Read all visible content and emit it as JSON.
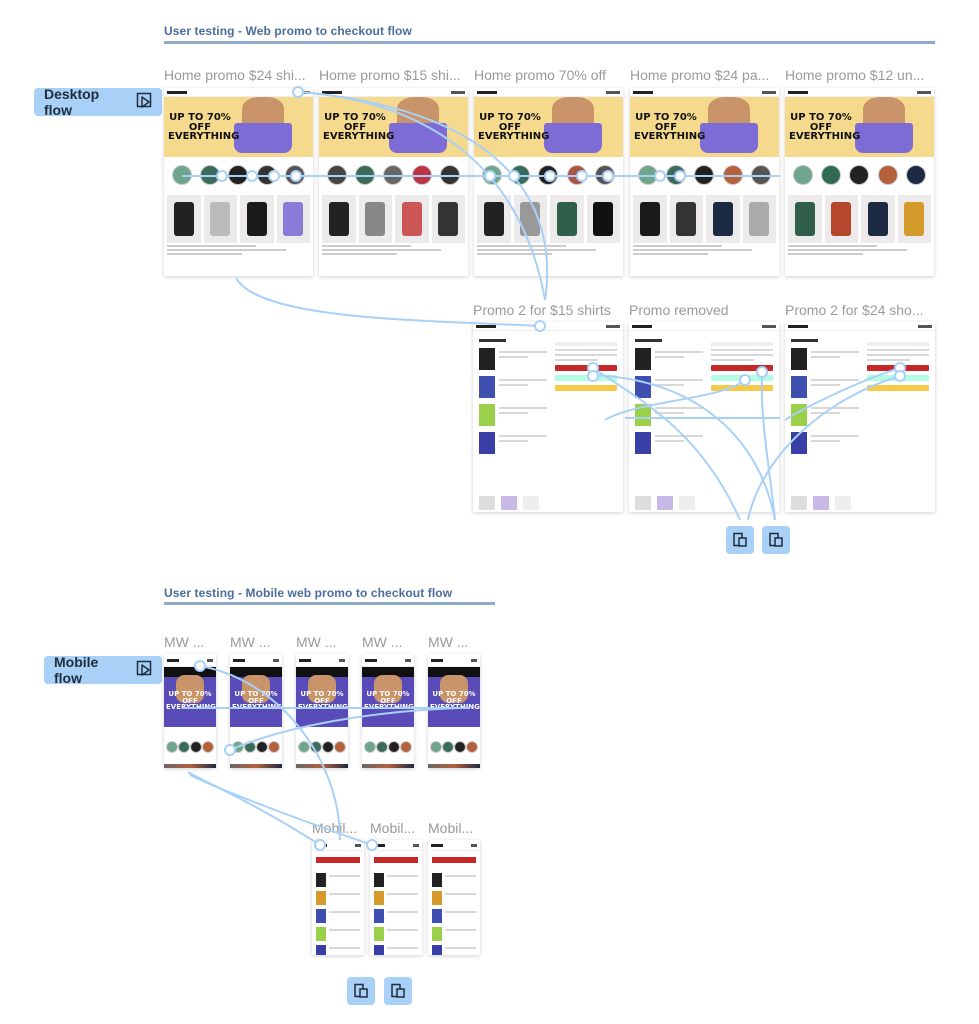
{
  "sections": {
    "desktop": {
      "title": "User testing - Web promo to checkout flow"
    },
    "mobile": {
      "title": "User testing - Mobile web promo to checkout flow"
    }
  },
  "flows": {
    "desktop": {
      "label": "Desktop flow"
    },
    "mobile": {
      "label": "Mobile flow"
    }
  },
  "desktop_frames": [
    {
      "label": "Home promo $24 shi..."
    },
    {
      "label": "Home promo $15 shi..."
    },
    {
      "label": "Home promo 70% off"
    },
    {
      "label": "Home promo $24 pa..."
    },
    {
      "label": "Home promo $12 un..."
    }
  ],
  "cart_frames": [
    {
      "label": "Promo 2 for $15 shirts"
    },
    {
      "label": "Promo removed"
    },
    {
      "label": "Promo 2 for $24 sho..."
    }
  ],
  "mobile_frames": [
    {
      "label": "MW ..."
    },
    {
      "label": "MW ..."
    },
    {
      "label": "MW ..."
    },
    {
      "label": "MW ..."
    },
    {
      "label": "MW ..."
    }
  ],
  "mobile_cart_frames": [
    {
      "label": "Mobil..."
    },
    {
      "label": "Mobil..."
    },
    {
      "label": "Mobil..."
    }
  ],
  "hero": {
    "line1": "UP TO 70% OFF",
    "line2": "EVERYTHING"
  },
  "colors": {
    "accent": "#a9d0f7",
    "connector": "#a9d0f7",
    "section_rule": "#8fa9c9",
    "section_title": "#4a6d9c",
    "hero_bg": "#f5d98c",
    "cta_red": "#c62828",
    "afterpay_mint": "#b2fce4",
    "paypal_yellow": "#f7c948"
  }
}
